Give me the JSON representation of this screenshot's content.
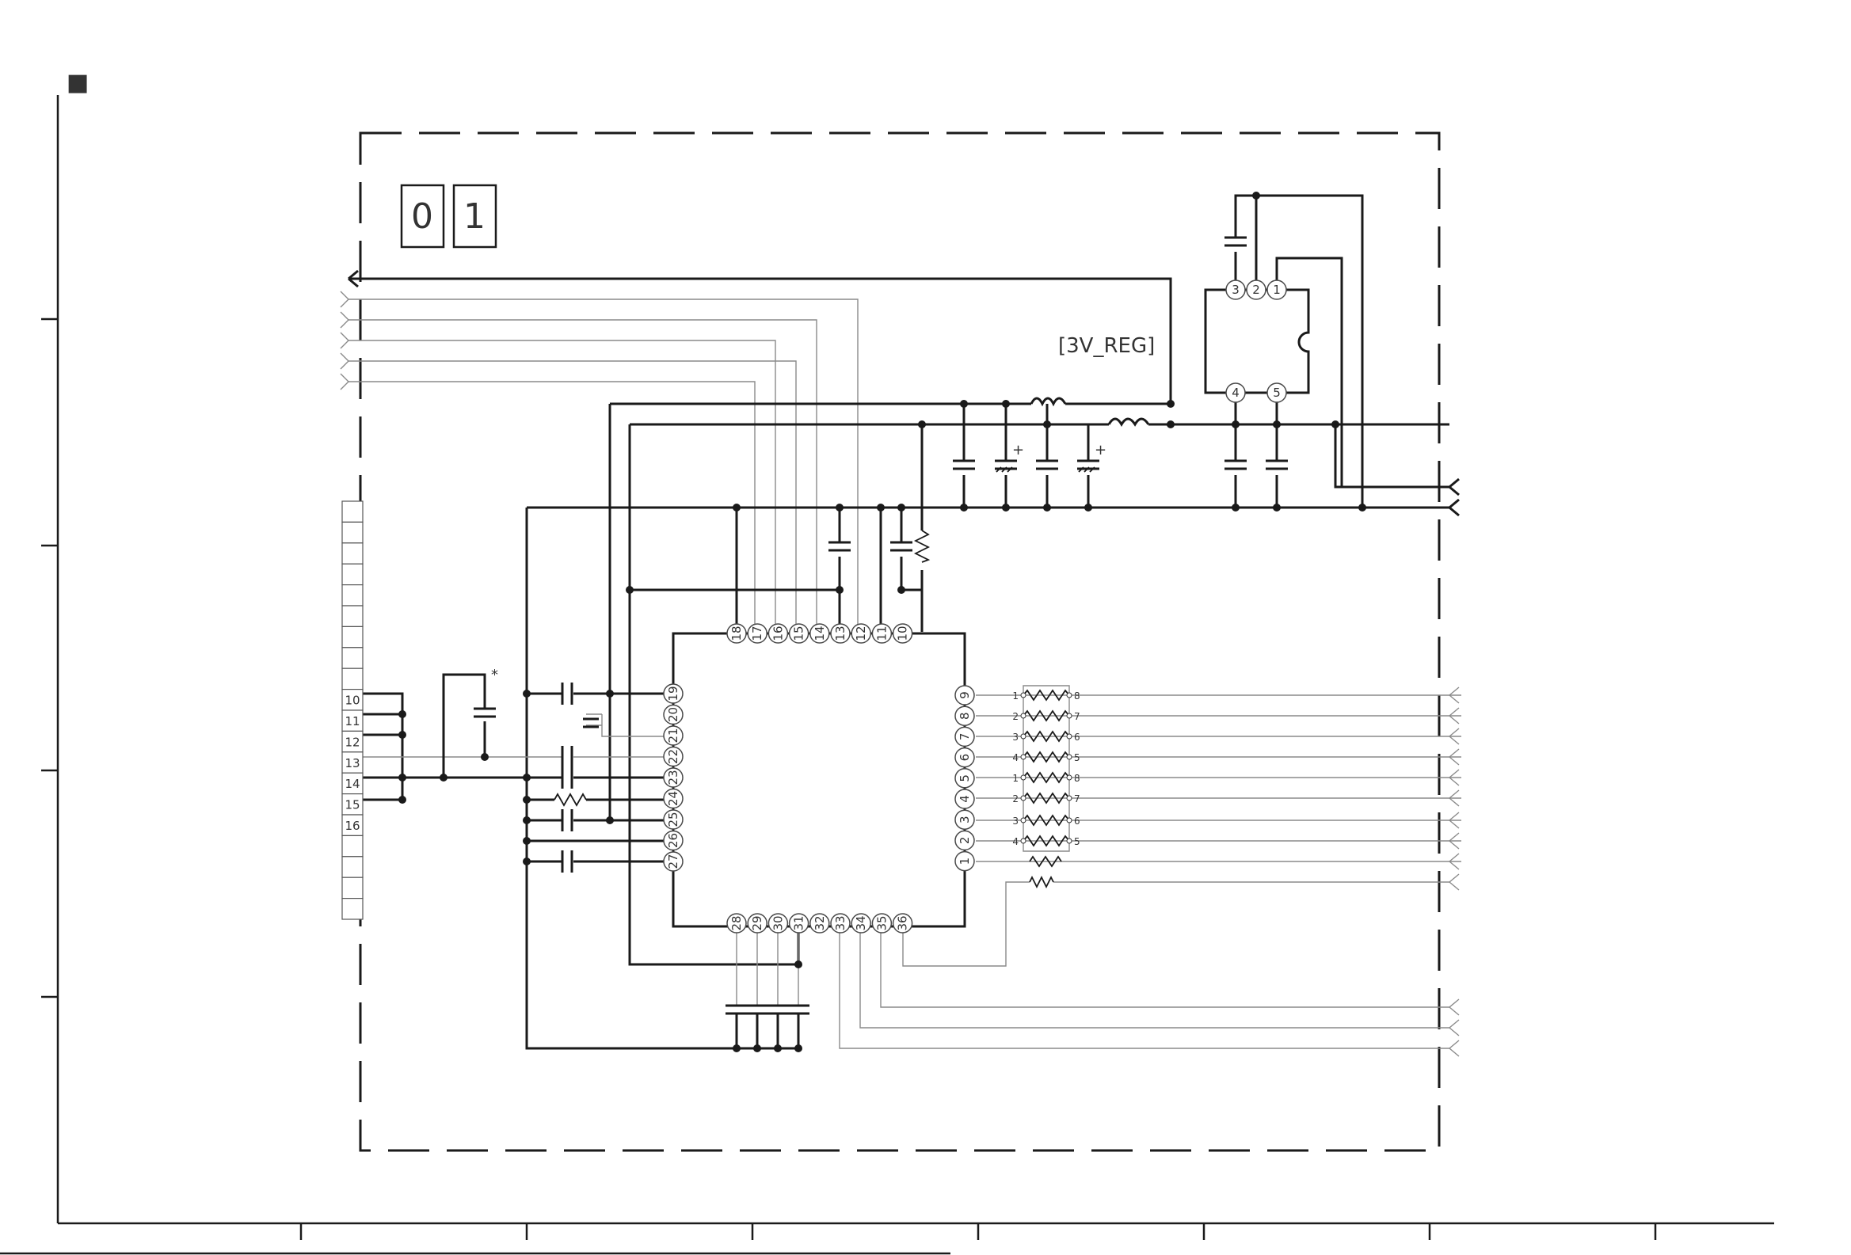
{
  "section_marker": "■",
  "board_id_boxes": [
    "0",
    "1"
  ],
  "regulator_label": "[3V_REG]",
  "asterisk": "*",
  "regulator_pins_top": [
    "3",
    "2",
    "1"
  ],
  "regulator_pins_bottom": [
    "4",
    "5"
  ],
  "ic_pins_top": [
    "18",
    "17",
    "16",
    "15",
    "14",
    "13",
    "12",
    "11",
    "10"
  ],
  "ic_pins_left": [
    "19",
    "20",
    "21",
    "22",
    "23",
    "24",
    "25",
    "26",
    "27"
  ],
  "ic_pins_right": [
    "9",
    "8",
    "7",
    "6",
    "5",
    "4",
    "3",
    "2",
    "1"
  ],
  "ic_pins_bottom": [
    "28",
    "29",
    "30",
    "31",
    "32",
    "33",
    "34",
    "35",
    "36"
  ],
  "connector_pins": [
    "10",
    "11",
    "12",
    "13",
    "14",
    "15",
    "16"
  ],
  "resistor_array_left_pins": [
    "1",
    "2",
    "3",
    "4",
    "1",
    "2",
    "3",
    "4"
  ],
  "resistor_array_right_pins": [
    "8",
    "7",
    "6",
    "5",
    "8",
    "7",
    "6",
    "5"
  ],
  "capacitor_polarity": "+"
}
